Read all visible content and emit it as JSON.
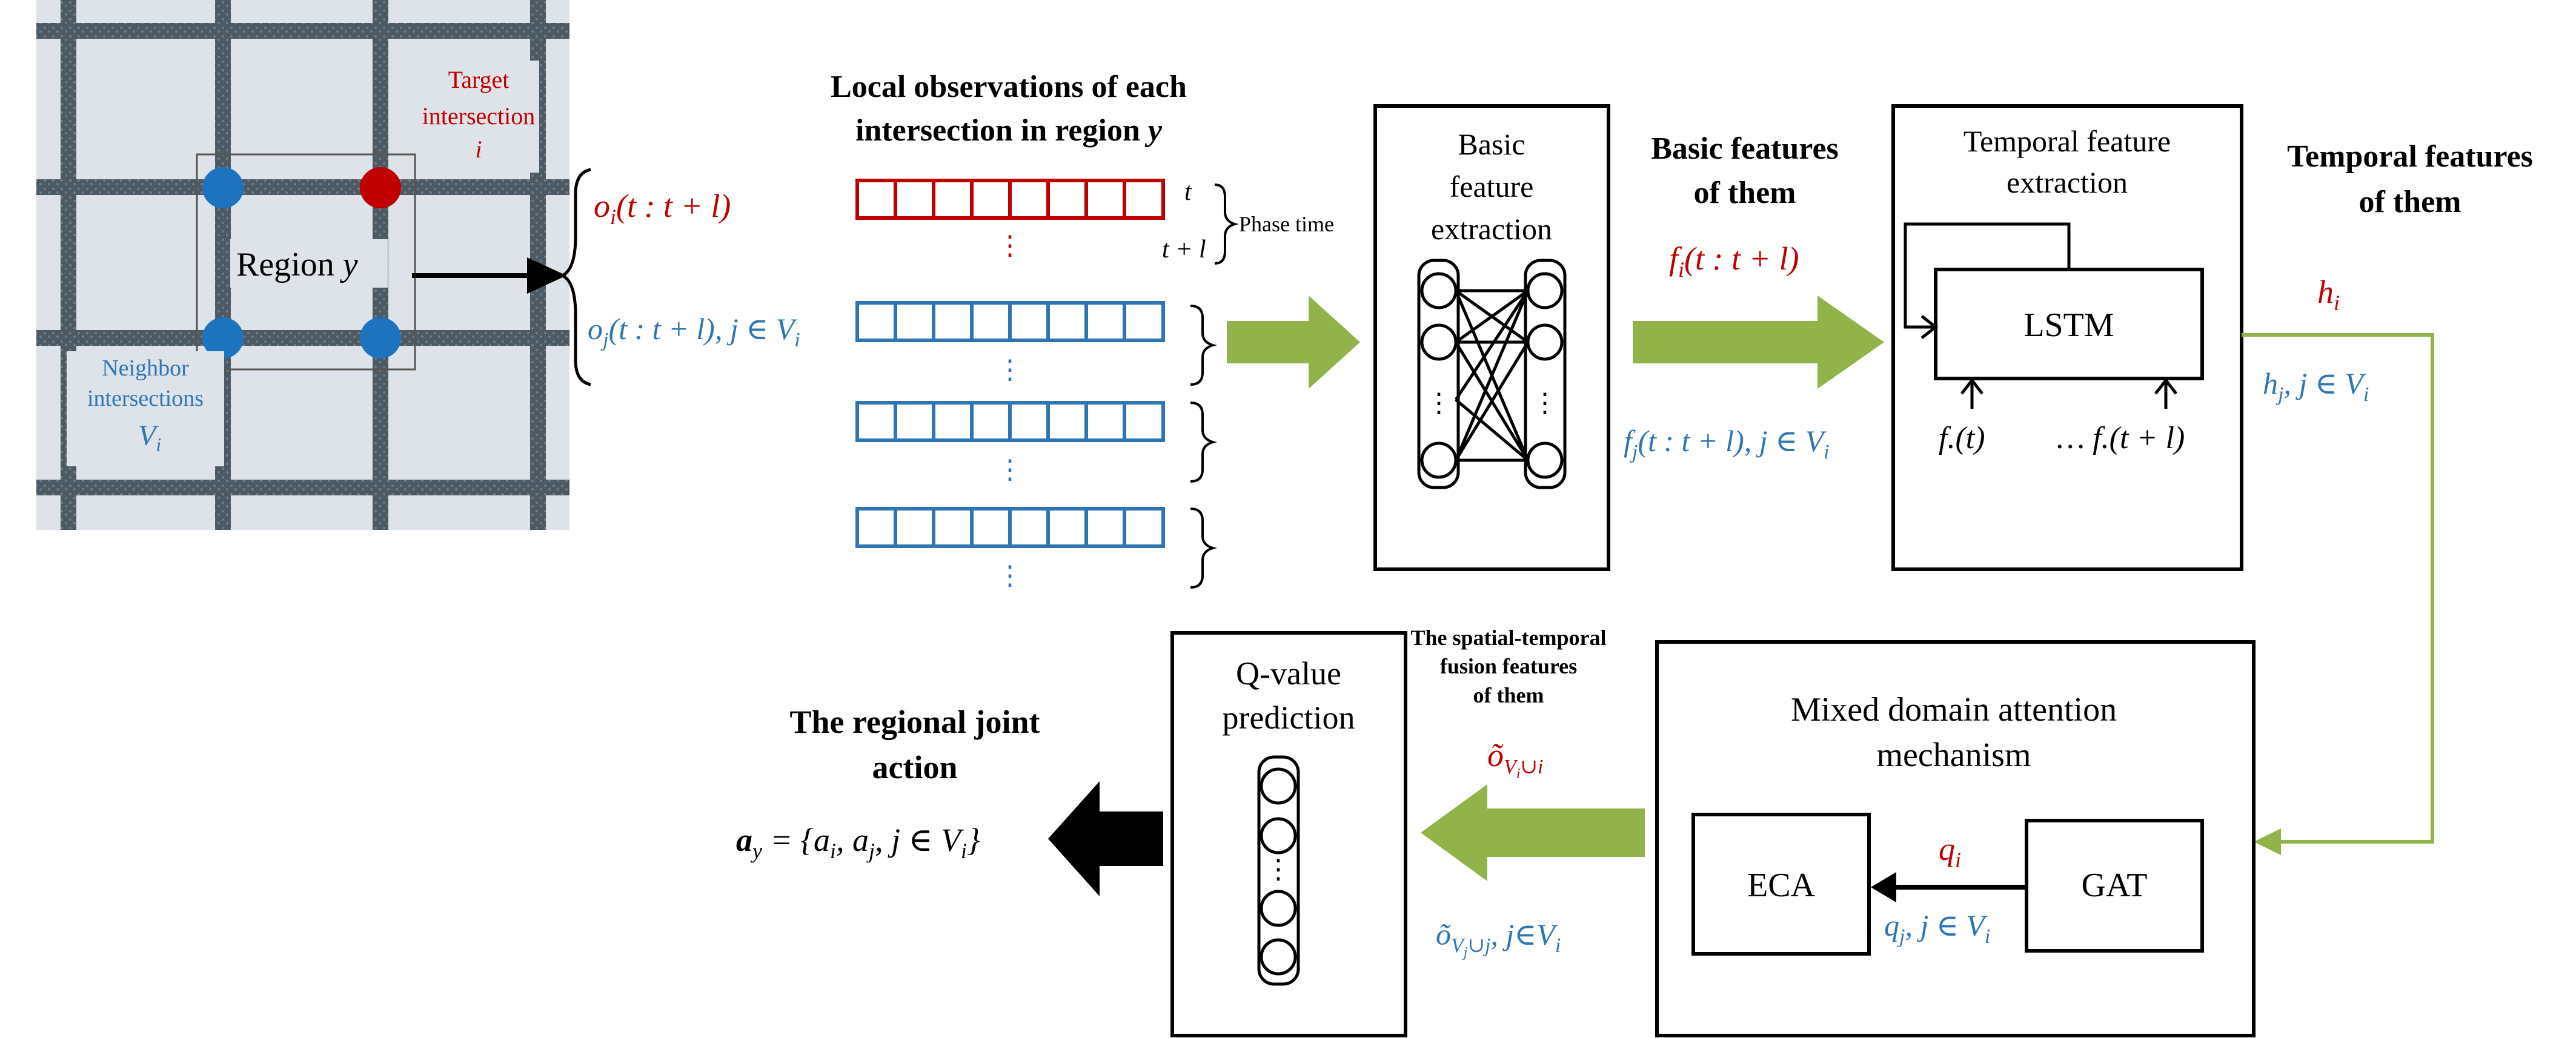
{
  "colors": {
    "red": "#c00000",
    "blue": "#2e75b6",
    "green": "#92b34a",
    "road": "#4e5a63",
    "map_bg": "#dde3e8"
  },
  "map": {
    "target_label_1": "Target",
    "target_label_2": "intersection",
    "target_label_3": "i",
    "region_label": "Region",
    "region_var": "y",
    "neighbor_label_1": "Neighbor",
    "neighbor_label_2": "intersections",
    "neighbor_var": "V",
    "neighbor_sub": "i"
  },
  "observations": {
    "title_1": "Local observations of each",
    "title_2": "intersection in region",
    "title_var": "y",
    "target_obs": "o_i(t : t + l)",
    "neighbor_obs": "o_j(t : t + l), j ∈ V_i",
    "time_start": "t",
    "time_end": "t + l",
    "phase_time": "Phase time",
    "dots": "⋮"
  },
  "basic_extraction": {
    "label_1": "Basic",
    "label_2": "feature",
    "label_3": "extraction"
  },
  "basic_features": {
    "title_1": "Basic features",
    "title_2": "of them",
    "target_feat": "f_i(t : t + l)",
    "neighbor_feat": "f_j(t : t + l), j ∈ V_i"
  },
  "temporal_extraction": {
    "label_1": "Temporal feature",
    "label_2": "extraction",
    "lstm": "LSTM",
    "input_1": "f.(t)",
    "input_2": "… f.(t + l)"
  },
  "temporal_features": {
    "title_1": "Temporal features",
    "title_2": "of them",
    "target_h": "h_i",
    "neighbor_h": "h_j, j ∈ V_i"
  },
  "attention": {
    "label_1": "Mixed domain attention",
    "label_2": "mechanism",
    "eca": "ECA",
    "gat": "GAT",
    "q_target": "q_i",
    "q_neighbor": "q_j, j ∈ V_i"
  },
  "fusion": {
    "title_1": "The spatial-temporal",
    "title_2": "fusion features",
    "title_3": "of them",
    "target": "õ_{V_i∪i}",
    "neighbor": "õ_{V_j∪j}, j∈V_i"
  },
  "qvalue": {
    "label_1": "Q-value",
    "label_2": "prediction"
  },
  "action": {
    "title_1": "The regional joint",
    "title_2": "action",
    "formula": "a_y = {a_i, a_j, j ∈ V_i}"
  }
}
